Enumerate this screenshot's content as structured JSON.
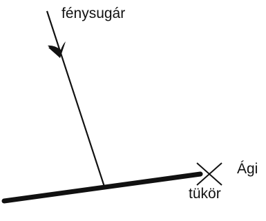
{
  "diagram": {
    "labels": {
      "light_ray": "fénysugár",
      "point": "Ági",
      "mirror": "tükör"
    },
    "colors": {
      "ink": "#111111",
      "background": "#ffffff"
    },
    "elements": {
      "light_ray": "incident light ray with arrowhead pointing toward the mirror",
      "mirror": "thick tilted line",
      "point": "x-shaped cross mark"
    }
  }
}
